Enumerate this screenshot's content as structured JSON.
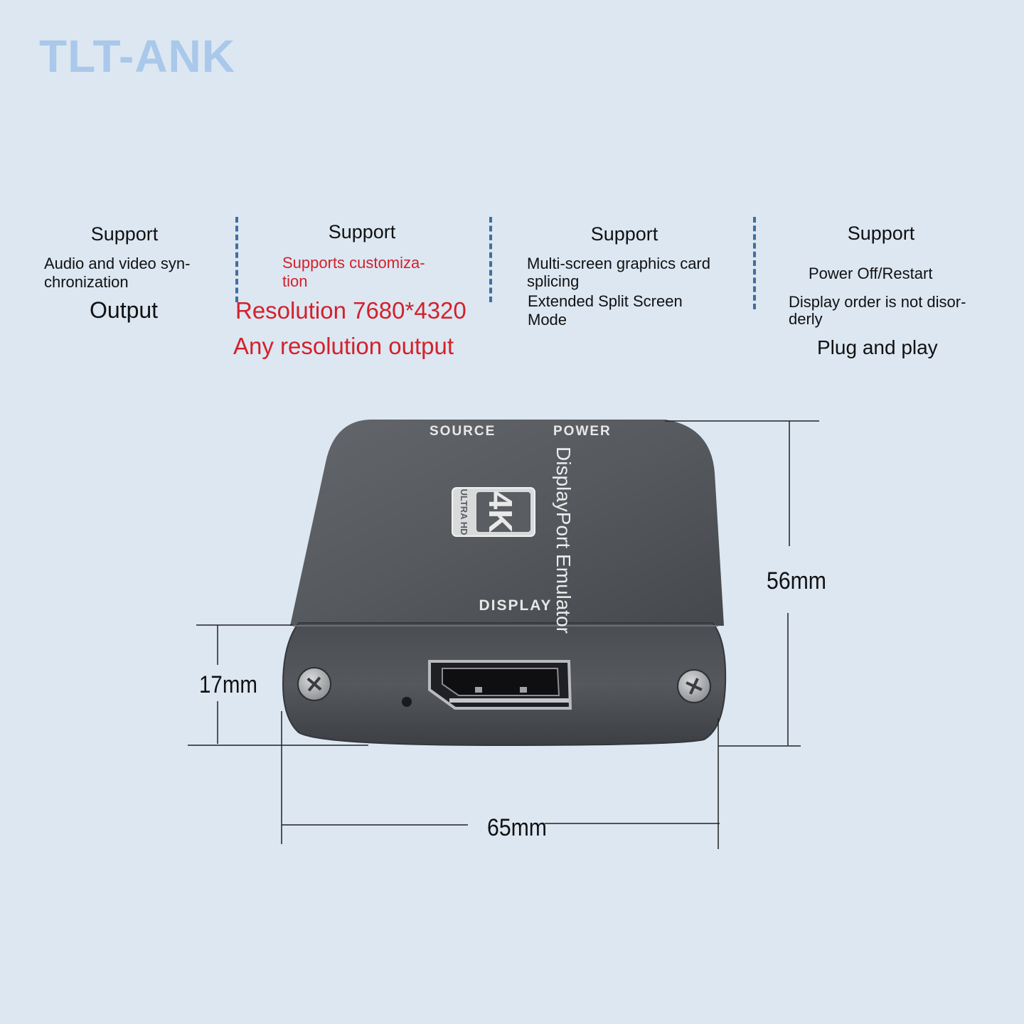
{
  "brand": {
    "name": "TLT-ANK",
    "color": "#a9c8ea"
  },
  "colors": {
    "background": "#dce7f2",
    "accent_red": "#d3212b",
    "divider": "#3f6f9e"
  },
  "features": [
    {
      "title": "Support",
      "lines": [
        "Audio and video syn-",
        "chronization"
      ],
      "big": [
        "Output"
      ]
    },
    {
      "title": "Support",
      "lines": [
        "Supports customiza-",
        "tion"
      ],
      "big": [
        "Resolution 7680*4320",
        "Any resolution output"
      ]
    },
    {
      "title": "Support",
      "lines": [
        "Multi-screen graphics card",
        "splicing",
        "Extended Split Screen",
        "Mode"
      ],
      "big": []
    },
    {
      "title": "Support",
      "lines": [
        "Power Off/Restart",
        "Display order is not disor-",
        "derly"
      ],
      "big": [
        "Plug and play"
      ]
    }
  ],
  "device": {
    "top_labels": [
      "SOURCE",
      "POWER"
    ],
    "badge": {
      "main": "4K",
      "sub": "ULTRA HD"
    },
    "product_name": "DisplayPort Emulator",
    "port_label": "DISPLAY",
    "icons": [
      "screw-icon",
      "screw-icon",
      "led-hole-icon",
      "displayport-icon"
    ]
  },
  "dimensions": {
    "depth": "56mm",
    "height": "17mm",
    "width": "65mm"
  }
}
